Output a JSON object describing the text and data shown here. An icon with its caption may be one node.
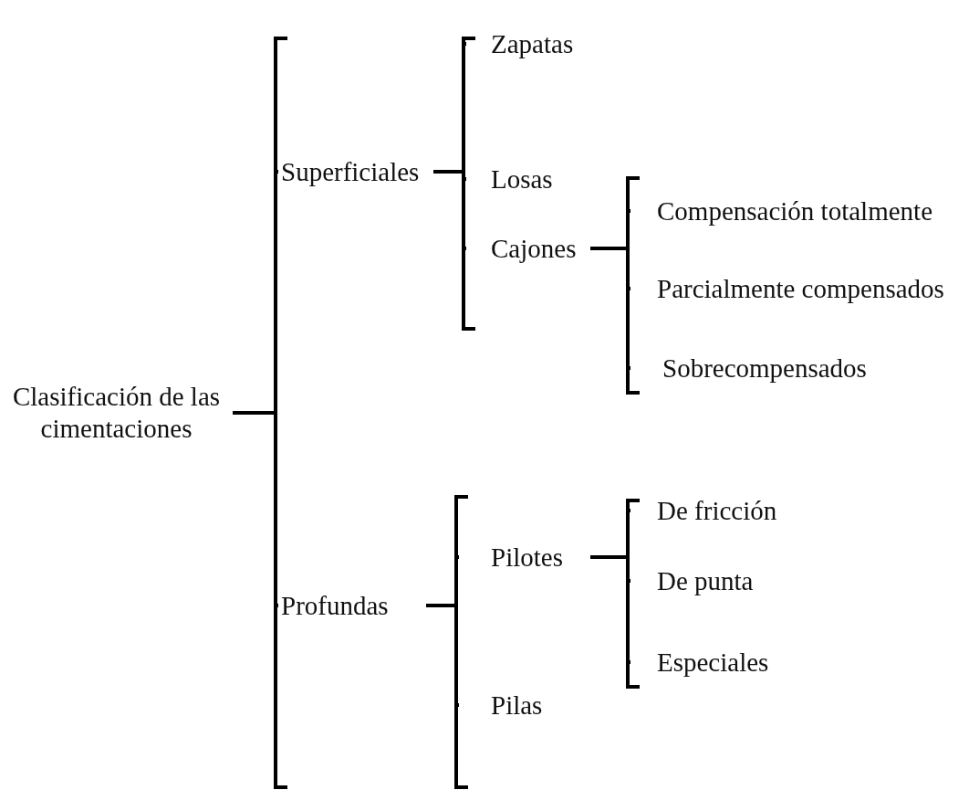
{
  "diagram": {
    "nodes": [
      {
        "text": [
          "Clasificación de las cimentaciones"
        ]
      },
      {
        "text": [
          "Superficiales"
        ]
      },
      {
        "text": [
          "Zapatas"
        ]
      },
      {
        "text": [
          "Losas"
        ]
      },
      {
        "text": [
          "Cajones"
        ]
      },
      {
        "text": [
          "Compensación totalmente"
        ]
      },
      {
        "text": [
          "Parcialmente compensados"
        ]
      },
      {
        "text": [
          "Sobrecompensados"
        ]
      },
      {
        "text": [
          "Profundas"
        ]
      },
      {
        "text": [
          "Pilotes"
        ]
      },
      {
        "text": [
          "De fricción"
        ]
      },
      {
        "text": [
          "De punta"
        ]
      },
      {
        "text": [
          "Especiales"
        ]
      },
      {
        "text": [
          "Pilas"
        ]
      }
    ],
    "edges": [
      {
        "from": 0,
        "to": 1,
        "arrow": "none"
      },
      {
        "from": 0,
        "to": 8,
        "arrow": "none"
      },
      {
        "from": 1,
        "to": 2,
        "arrow": "none"
      },
      {
        "from": 1,
        "to": 3,
        "arrow": "none"
      },
      {
        "from": 1,
        "to": 4,
        "arrow": "none"
      },
      {
        "from": 4,
        "to": 5,
        "arrow": "none"
      },
      {
        "from": 4,
        "to": 6,
        "arrow": "none"
      },
      {
        "from": 4,
        "to": 7,
        "arrow": "none"
      },
      {
        "from": 8,
        "to": 9,
        "arrow": "none"
      },
      {
        "from": 8,
        "to": 13,
        "arrow": "none"
      },
      {
        "from": 9,
        "to": 10,
        "arrow": "none"
      },
      {
        "from": 9,
        "to": 11,
        "arrow": "none"
      },
      {
        "from": 9,
        "to": 12,
        "arrow": "none"
      }
    ]
  }
}
